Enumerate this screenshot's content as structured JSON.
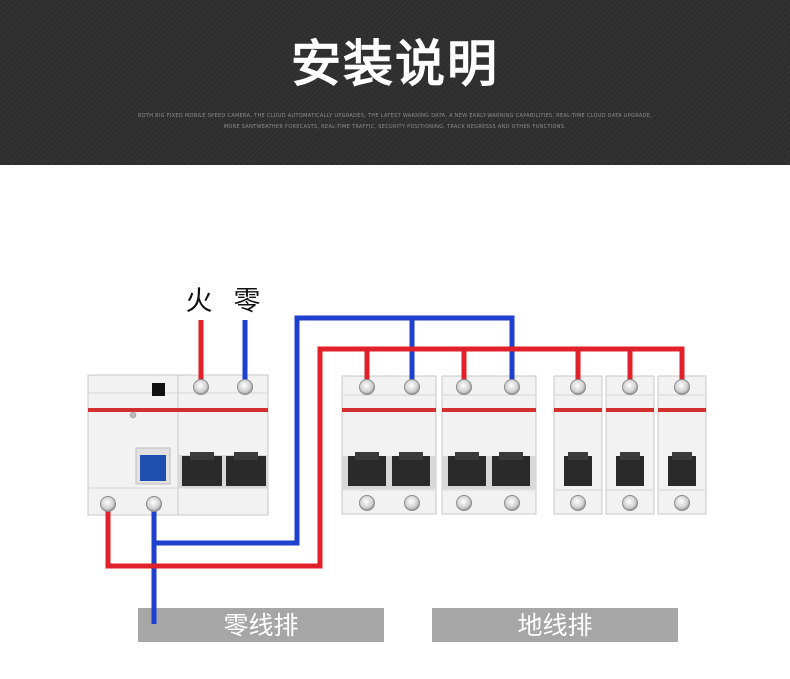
{
  "header": {
    "title": "安装说明",
    "subtitle_line1": "BOTH BIG FIXED MOBILE SPEED CAMERA, THE CLOUD AUTOMATICALLY UPGRADES, THE LATEST WARNING DATA, A NEW EARLY-WARNING CAPABILITIES, REAL-TIME CLOUD DATA UPGRADE,",
    "subtitle_line2": "MORE SANTWEATHER FORECASTS, REAL-TIME TRAFFIC, SECURITY POSITIONING, TRACK REGRESSS AND OTHER FUNCTIONS."
  },
  "diagram": {
    "live_label": "火",
    "neutral_label": "零",
    "neutral_bar_label": "零线排",
    "ground_bar_label": "地线排",
    "colors": {
      "live_wire": "#e0202a",
      "neutral_wire": "#1f3fcf",
      "breaker_body": "#f2f2f2",
      "breaker_stripe": "#d32f2f",
      "terminal_bar": "#a6a6a6",
      "test_button": "#1e4fb0"
    }
  }
}
